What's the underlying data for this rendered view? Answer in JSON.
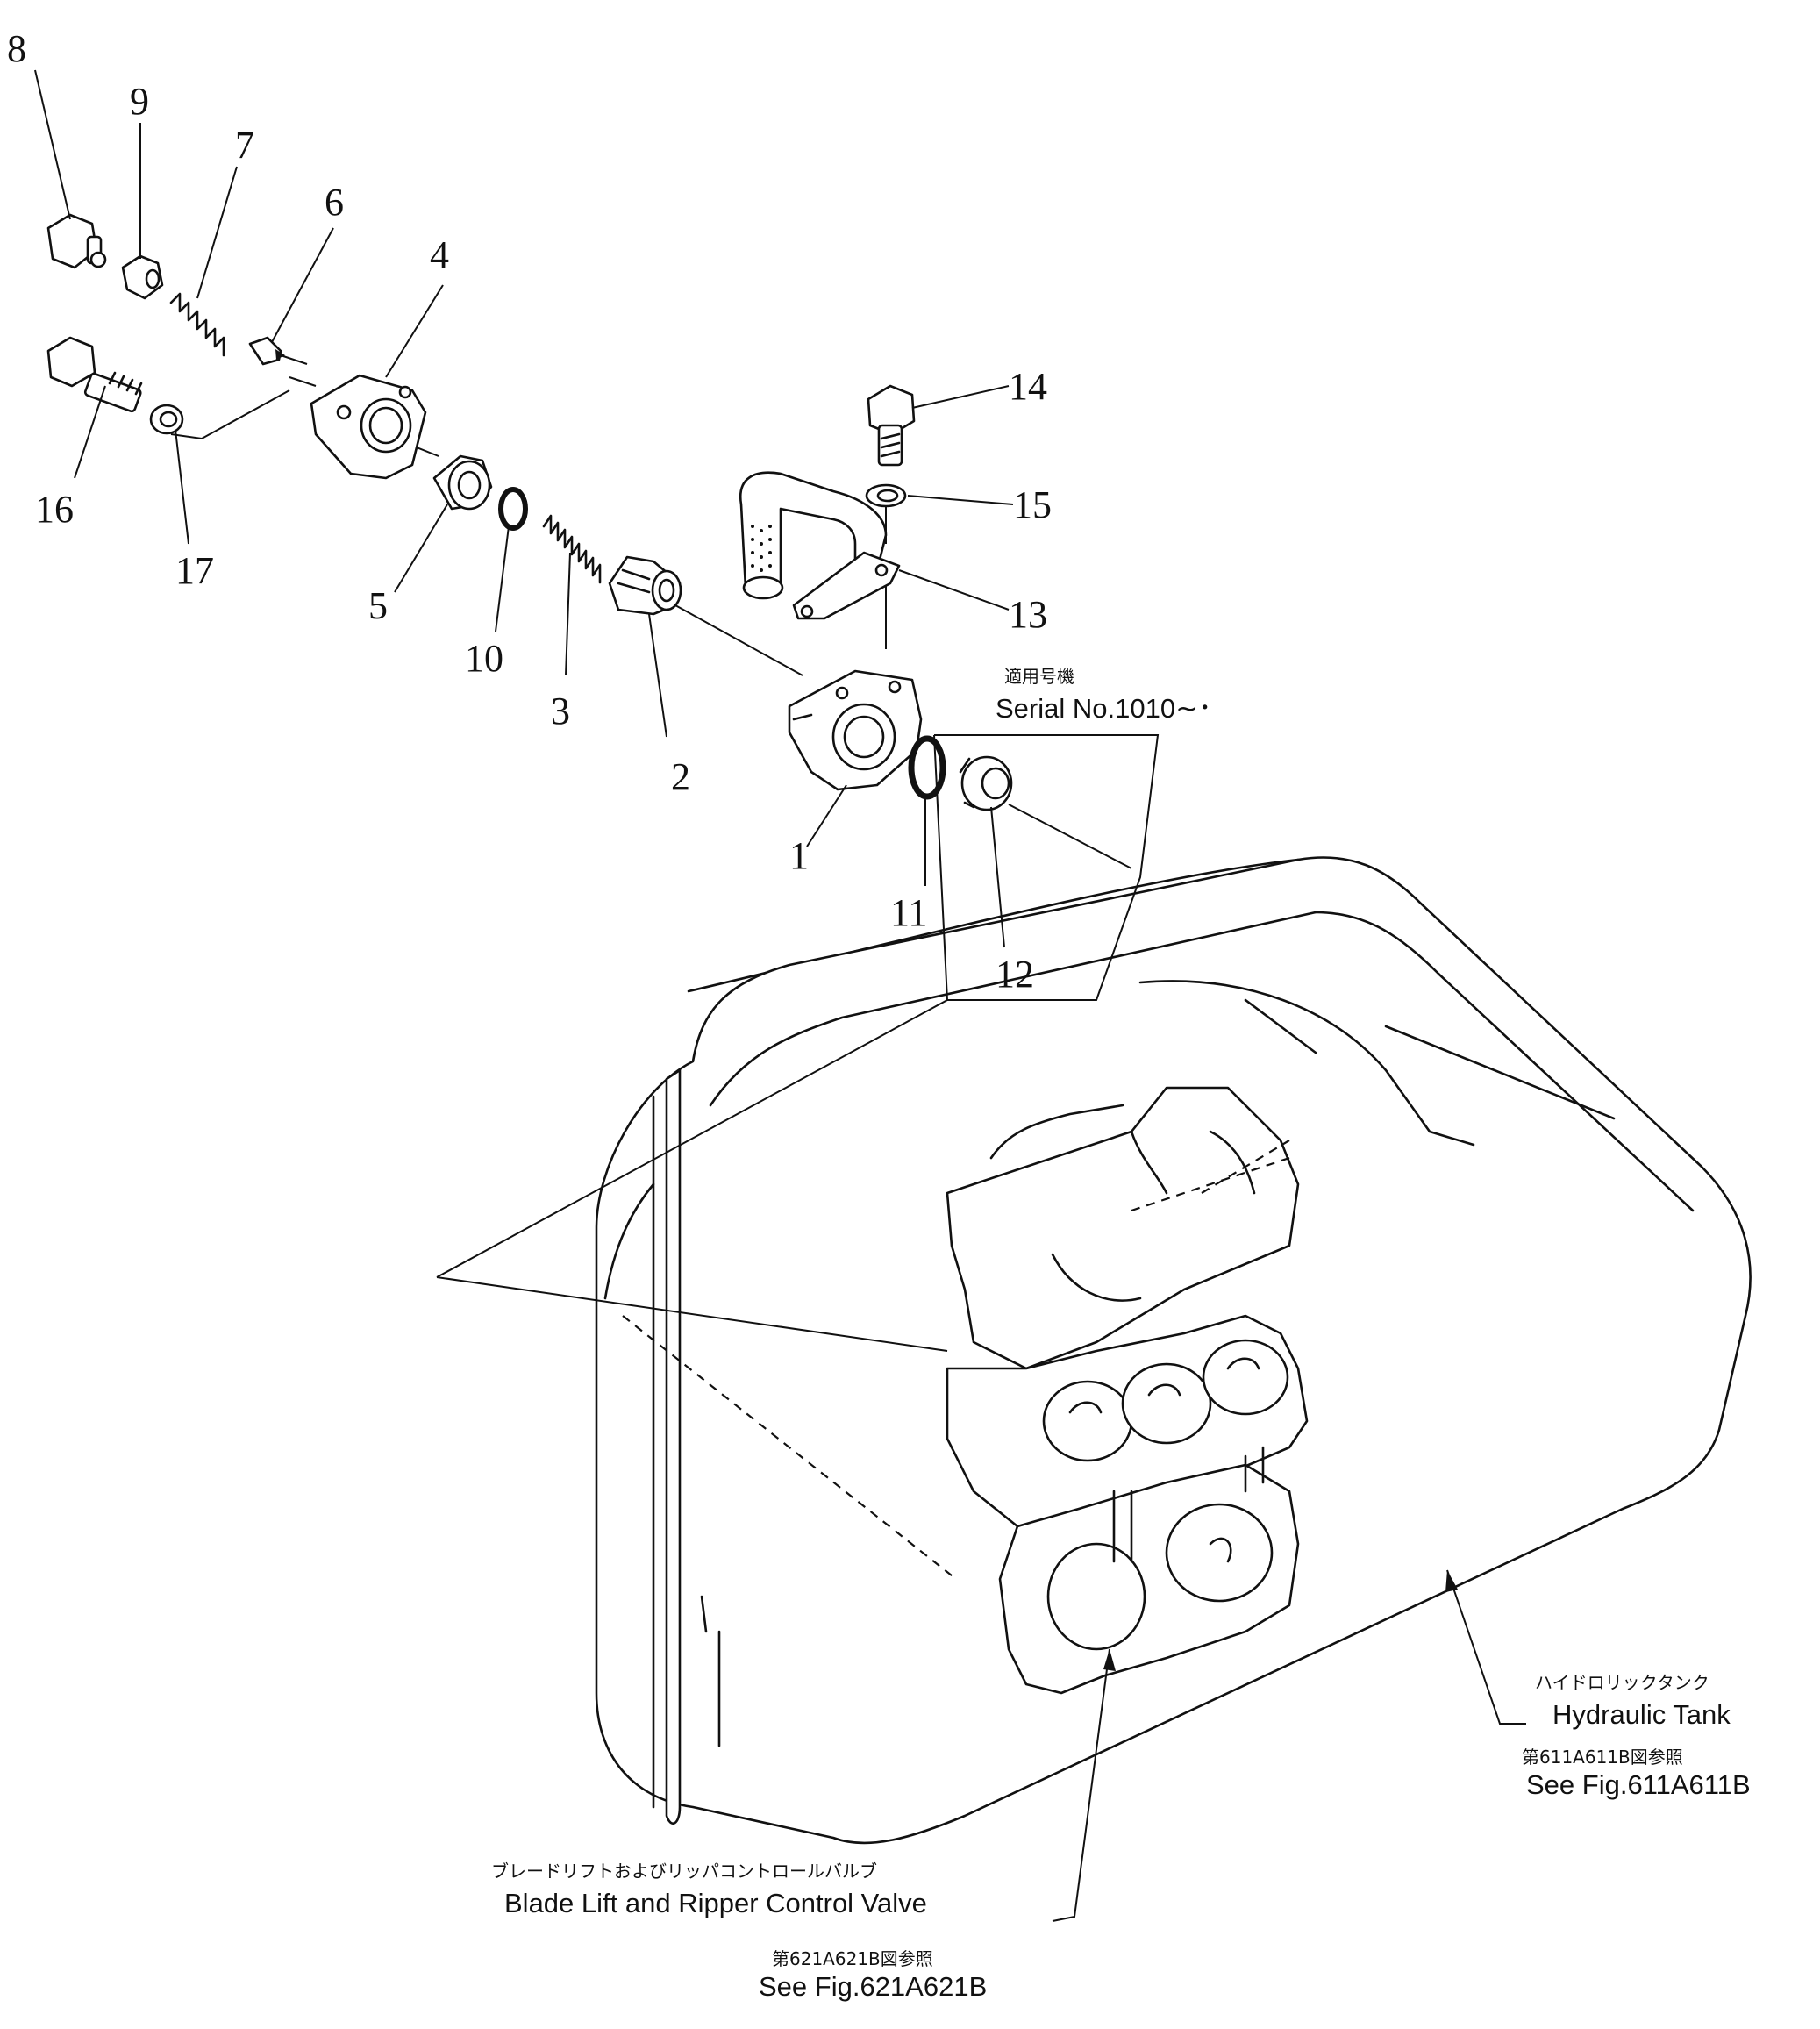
{
  "part_numbers": [
    "1",
    "2",
    "3",
    "4",
    "5",
    "6",
    "7",
    "8",
    "9",
    "10",
    "11",
    "12",
    "13",
    "14",
    "15",
    "16",
    "17"
  ],
  "serial_note": {
    "jp": "適用号機",
    "en": "Serial No.1010∼･"
  },
  "hydraulic_tank": {
    "jp": "ハイドロリックタンク",
    "en": "Hydraulic Tank",
    "ref_jp": "第611A611B図参照",
    "ref_en": "See Fig.611A611B"
  },
  "control_valve": {
    "jp": "ブレードリフトおよびリッパコントロールバルブ",
    "en": "Blade Lift and Ripper Control Valve",
    "ref_jp": "第621A621B図参照",
    "ref_en": "See Fig.621A621B"
  }
}
